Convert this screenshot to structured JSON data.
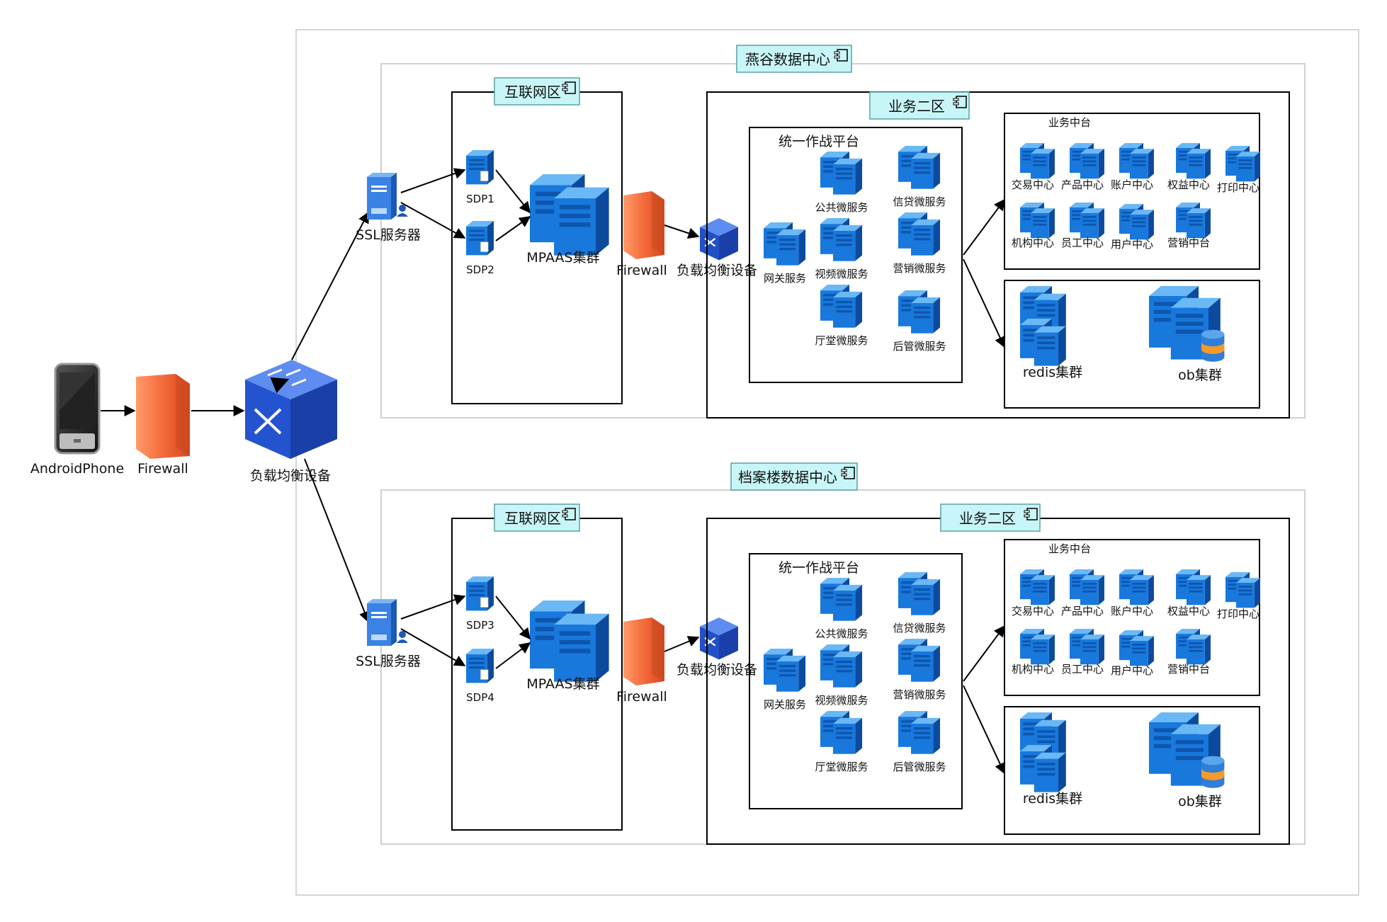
{
  "client": {
    "phone": "AndroidPhone",
    "firewall": "Firewall",
    "load_balancer": "负载均衡设备"
  },
  "centers": [
    {
      "title": "燕谷数据中心",
      "internet_zone": "互联网区",
      "ssl": "SSL服务器",
      "sdp_a": "SDP1",
      "sdp_b": "SDP2",
      "mpaas": "MPAAS集群",
      "firewall": "Firewall",
      "lb": "负载均衡设备",
      "biz_zone": "业务二区",
      "platform": "统一作战平台",
      "services": {
        "public": "公共微服务",
        "credit": "信贷微服务",
        "gateway": "网关服务",
        "video": "视频微服务",
        "marketing": "营销微服务",
        "hall": "厅堂微服务",
        "backoffice": "后管微服务"
      },
      "mid_title": "业务中台",
      "mid_items": [
        "交易中心",
        "产品中心",
        "账户中心",
        "权益中心",
        "打印中心",
        "机构中心",
        "员工中心",
        "用户中心",
        "营销中台"
      ],
      "redis": "redis集群",
      "ob": "ob集群"
    },
    {
      "title": "档案楼数据中心",
      "internet_zone": "互联网区",
      "ssl": "SSL服务器",
      "sdp_a": "SDP3",
      "sdp_b": "SDP4",
      "mpaas": "MPAAS集群",
      "firewall": "Firewall",
      "lb": "负载均衡设备",
      "biz_zone": "业务二区",
      "platform": "统一作战平台",
      "services": {
        "public": "公共微服务",
        "credit": "信贷微服务",
        "gateway": "网关服务",
        "video": "视频微服务",
        "marketing": "营销微服务",
        "hall": "厅堂微服务",
        "backoffice": "后管微服务"
      },
      "mid_title": "业务中台",
      "mid_items": [
        "交易中心",
        "产品中心",
        "账户中心",
        "权益中心",
        "打印中心",
        "机构中心",
        "员工中心",
        "用户中心",
        "营销中台"
      ],
      "redis": "redis集群",
      "ob": "ob集群"
    }
  ],
  "icons": {
    "phone": "android-phone-icon",
    "firewall": "firewall-icon",
    "switch": "load-balancer-switch-icon",
    "server": "server-icon",
    "database": "database-icon"
  },
  "colors": {
    "server_front": "#1a73d9",
    "server_side": "#0d4fa6",
    "server_top": "#4fa3f0",
    "firewall": "#f06b3c",
    "switch": "#2b5fd9",
    "zone_label_bg": "#c8f6f8",
    "zone_label_border": "#5aa0a6"
  }
}
